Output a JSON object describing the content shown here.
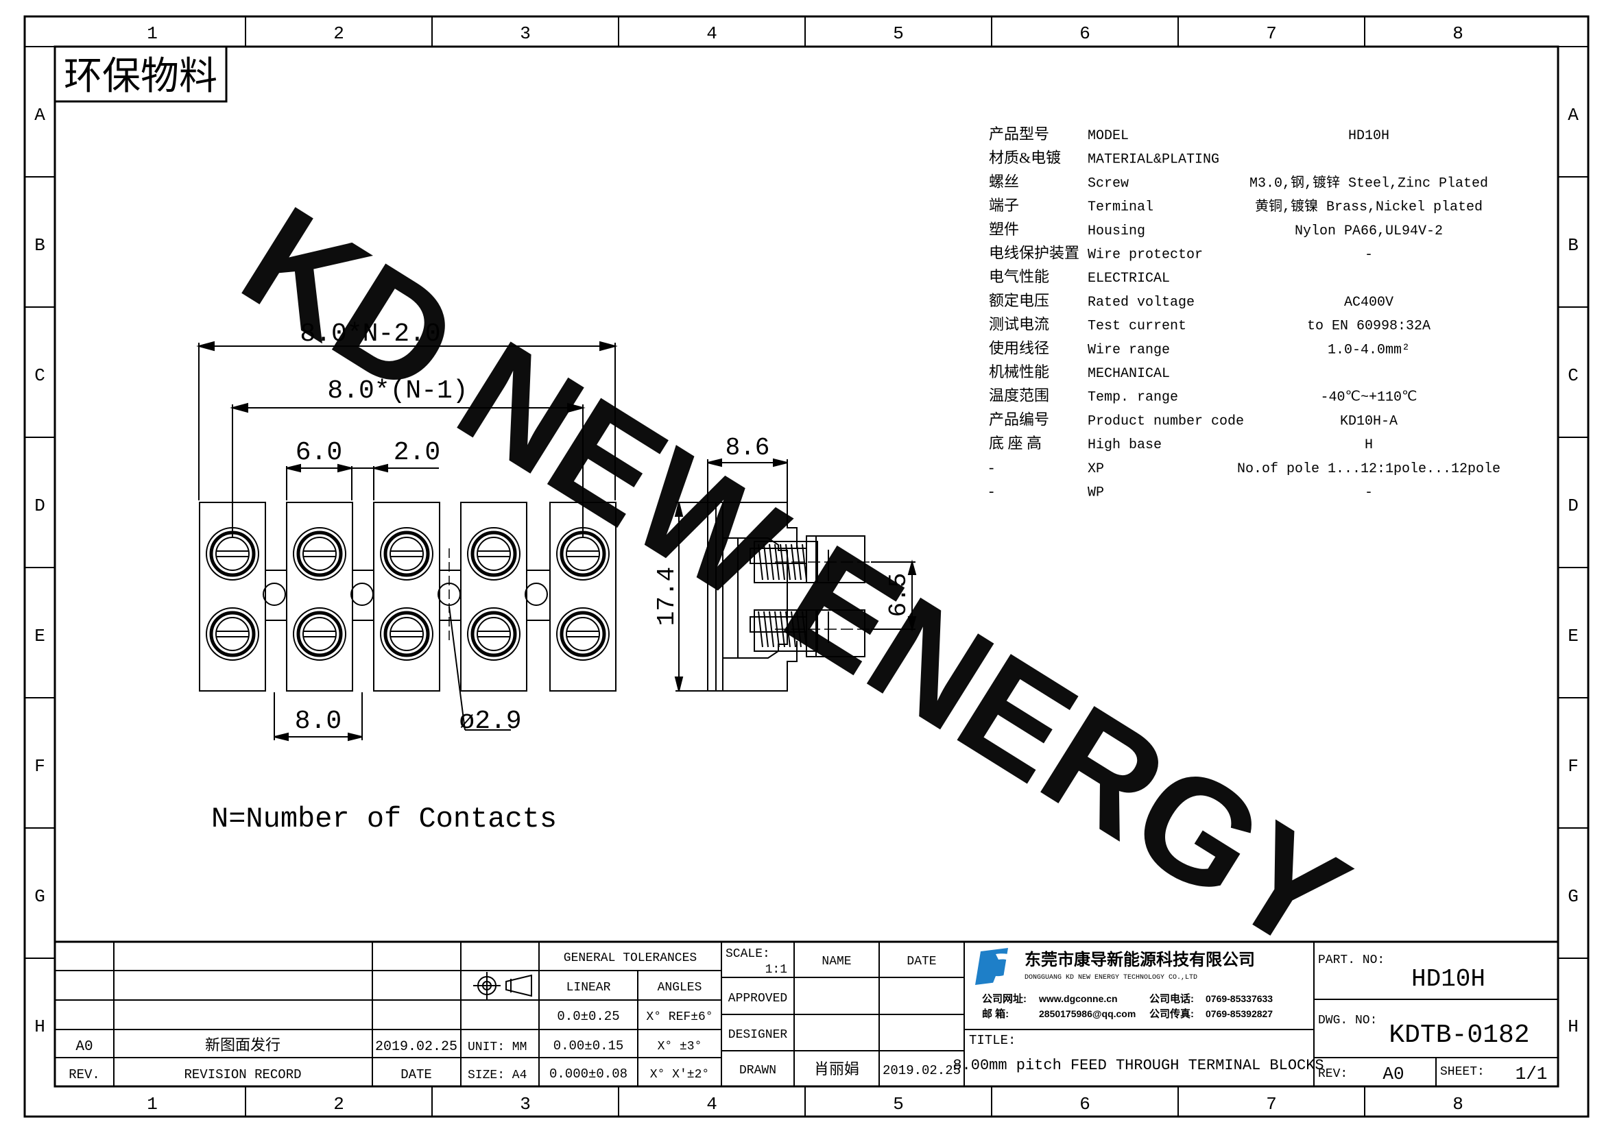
{
  "eco_label": "环保物料",
  "watermark": "KD NEW ENERGY",
  "watermark_color": "#5ff0f5",
  "zones": {
    "columns": [
      "1",
      "2",
      "3",
      "4",
      "5",
      "6",
      "7",
      "8"
    ],
    "rows": [
      "A",
      "B",
      "C",
      "D",
      "E",
      "F",
      "G",
      "H"
    ]
  },
  "spec_table": [
    {
      "cn": "产品型号",
      "en": "MODEL",
      "value": "HD10H"
    },
    {
      "cn": "材质&电镀",
      "en": "MATERIAL&PLATING",
      "value": ""
    },
    {
      "cn": "螺丝",
      "en": "Screw",
      "value": "M3.0,钢,镀锌 Steel,Zinc Plated"
    },
    {
      "cn": "端子",
      "en": "Terminal",
      "value": "黄铜,镀镍 Brass,Nickel plated"
    },
    {
      "cn": "塑件",
      "en": "Housing",
      "value": "Nylon PA66,UL94V-2"
    },
    {
      "cn": "电线保护装置",
      "en": "Wire protector",
      "value": "-"
    },
    {
      "cn": "电气性能",
      "en": "ELECTRICAL",
      "value": ""
    },
    {
      "cn": "额定电压",
      "en": "Rated voltage",
      "value": "AC400V"
    },
    {
      "cn": "测试电流",
      "en": "Test current",
      "value": "to EN 60998:32A"
    },
    {
      "cn": "使用线径",
      "en": "Wire range",
      "value": "1.0-4.0mm²"
    },
    {
      "cn": "机械性能",
      "en": "MECHANICAL",
      "value": ""
    },
    {
      "cn": "温度范围",
      "en": "Temp. range",
      "value": "-40℃~+110℃"
    },
    {
      "cn": "产品编号",
      "en": "Product number code",
      "value": "KD10H-A"
    },
    {
      "cn": "底 座 高",
      "en": "High base",
      "value": "H"
    },
    {
      "cn": "-",
      "en": "XP",
      "value": "No.of pole 1...12:1pole...12pole"
    },
    {
      "cn": "-",
      "en": "WP",
      "value": "-"
    }
  ],
  "dimensions": {
    "overall": "8.0*N-2.0",
    "span": "8.0*(N-1)",
    "width_a": "6.0",
    "gap": "2.0",
    "pitch": "8.0",
    "hole": "ø2.9",
    "side_depth": "8.6",
    "side_height": "17.4",
    "screw_spacing": "6.5"
  },
  "note": "N=Number of Contacts",
  "title_block": {
    "general_tolerances": "GENERAL TOLERANCES",
    "linear": "LINEAR",
    "angles": "ANGLES",
    "tol_rows": [
      {
        "linear": "0.0±0.25",
        "angle": "X° REF±6°"
      },
      {
        "linear": "0.00±0.15",
        "angle": "X° ±3°"
      },
      {
        "linear": "0.000±0.08",
        "angle": "X° X'±2°"
      }
    ],
    "unit": "UNIT: MM",
    "size": "SIZE: A4",
    "scale_label": "SCALE:",
    "scale_value": "1:1",
    "name_header": "NAME",
    "date_header": "DATE",
    "approved": "APPROVED",
    "designer": "DESIGNER",
    "drawn": "DRAWN",
    "drawn_name": "肖丽娟",
    "drawn_date": "2019.02.25",
    "company_cn": "东莞市康导新能源科技有限公司",
    "company_en": "DONGGUANG KD NEW ENERGY TECHNOLOGY CO.,LTD",
    "website_label": "公司网址:",
    "website": "www.dgconne.cn",
    "phone_label": "公司电话:",
    "phone": "0769-85337633",
    "email_label": "邮    箱:",
    "email": "2850175986@qq.com",
    "fax_label": "公司传真:",
    "fax": "0769-85392827",
    "title_label": "TITLE:",
    "title": "8.00mm pitch FEED THROUGH TERMINAL BLOCKS",
    "part_no_label": "PART. NO:",
    "part_no": "HD10H",
    "dwg_no_label": "DWG. NO:",
    "dwg_no": "KDTB-0182",
    "rev_label": "REV:",
    "rev": "A0",
    "sheet_label": "SHEET:",
    "sheet": "1/1",
    "revision": {
      "rev": "A0",
      "record": "新图面发行",
      "date": "2019.02.25"
    },
    "rev_header": "REV.",
    "record_header": "REVISION RECORD",
    "date_col_header": "DATE"
  }
}
